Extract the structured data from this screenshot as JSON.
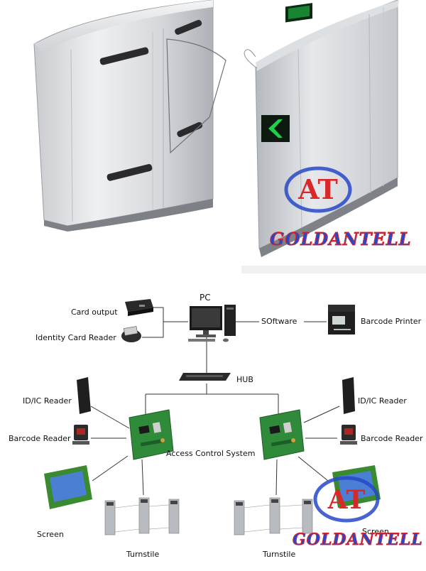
{
  "watermark": {
    "monogram": "AT",
    "brand": "GOLDANTELL"
  },
  "diagram": {
    "pc": "PC",
    "card_output": "Card output",
    "identity_card_reader": "Identity Card Reader",
    "software": "SOftware",
    "barcode_printer": "Barcode Printer",
    "hub": "HUB",
    "access_control_system": "Access Control System",
    "left": {
      "id_ic_reader": "ID/IC Reader",
      "barcode_reader": "Barcode Reader",
      "screen": "Screen",
      "turnstile": "Turnstile"
    },
    "right": {
      "id_ic_reader": "ID/IC Reader",
      "barcode_reader": "Barcode Reader",
      "screen": "Screen",
      "turnstile": "Turnstile"
    }
  },
  "colors": {
    "watermark_red": "#d8282a",
    "watermark_blue": "#2748c8",
    "board_green": "#2f8a3a",
    "arrow_green": "#1fd04a"
  }
}
